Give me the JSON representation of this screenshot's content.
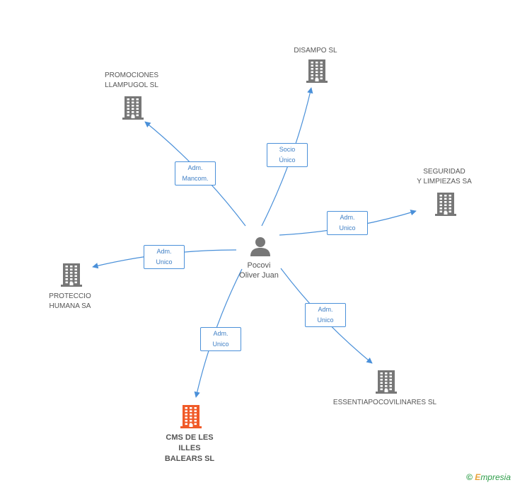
{
  "person": {
    "name": "Pocovi\nOliver Juan"
  },
  "companies": [
    {
      "id": "disampo",
      "name": "DISAMPO SL",
      "highlight": false
    },
    {
      "id": "promociones",
      "name": "PROMOCIONES\nLLAMPUGOL  SL",
      "highlight": false
    },
    {
      "id": "seguridad",
      "name": "SEGURIDAD\nY LIMPIEZAS SA",
      "highlight": false
    },
    {
      "id": "proteccio",
      "name": "PROTECCIO\nHUMANA SA",
      "highlight": false
    },
    {
      "id": "essentia",
      "name": "ESSENTIAPOCOVILINARES SL",
      "highlight": false
    },
    {
      "id": "cms",
      "name": "CMS DE LES\nILLES\nBALEARS SL",
      "highlight": true
    }
  ],
  "relations": [
    {
      "target": "disampo",
      "label": "Socio\nÚnico"
    },
    {
      "target": "promociones",
      "label": "Adm.\nMancom."
    },
    {
      "target": "seguridad",
      "label": "Adm.\nUnico"
    },
    {
      "target": "proteccio",
      "label": "Adm.\nUnico"
    },
    {
      "target": "essentia",
      "label": "Adm.\nUnico"
    },
    {
      "target": "cms",
      "label": "Adm.\nUnico"
    }
  ],
  "colors": {
    "edge": "#4a90d9",
    "building": "#777777",
    "building_highlight": "#f05a28",
    "person": "#777777"
  },
  "footer": {
    "copyright": "©",
    "brand_initial": "E",
    "brand_rest": "mpresia"
  }
}
